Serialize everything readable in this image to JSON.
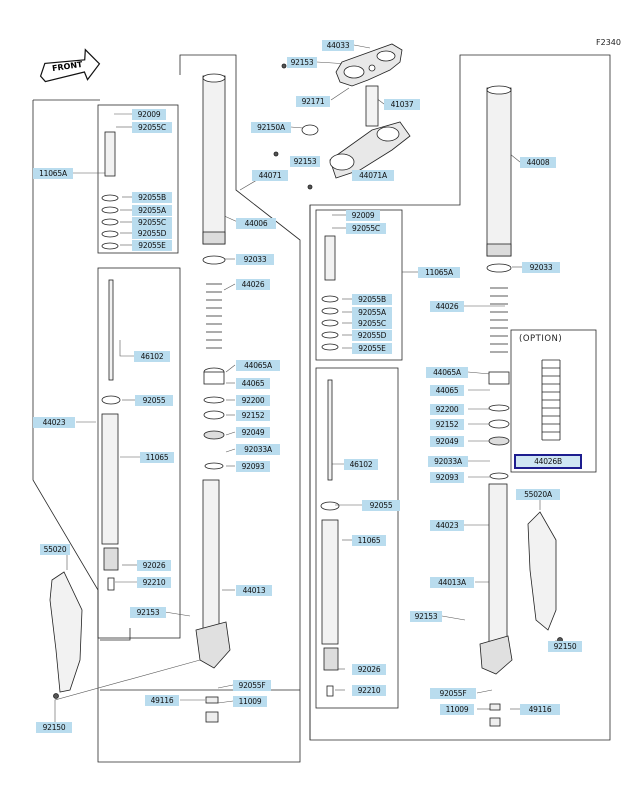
{
  "figure_code": "F2340",
  "front_label": "FRONT",
  "option_label": "(OPTION)",
  "highlight_color": "#1d1d8f",
  "label_color": "#b9dcee",
  "parts": [
    {
      "id": "p44033",
      "code": "44033"
    },
    {
      "id": "p92153a",
      "code": "92153"
    },
    {
      "id": "p92171",
      "code": "92171"
    },
    {
      "id": "p41037",
      "code": "41037"
    },
    {
      "id": "p92150a",
      "code": "92150A"
    },
    {
      "id": "p92153b",
      "code": "92153"
    },
    {
      "id": "p44071a",
      "code": "44071A"
    },
    {
      "id": "p44071",
      "code": "44071"
    },
    {
      "id": "p44006",
      "code": "44006"
    },
    {
      "id": "p92033l",
      "code": "92033"
    },
    {
      "id": "p92009l",
      "code": "92009"
    },
    {
      "id": "p92055cl",
      "code": "92055C"
    },
    {
      "id": "p11065al",
      "code": "11065A"
    },
    {
      "id": "p92055bl",
      "code": "92055B"
    },
    {
      "id": "p92055al",
      "code": "92055A"
    },
    {
      "id": "p92055c2l",
      "code": "92055C"
    },
    {
      "id": "p92055dl",
      "code": "92055D"
    },
    {
      "id": "p92055el",
      "code": "92055E"
    },
    {
      "id": "p44026l",
      "code": "44026"
    },
    {
      "id": "p46102l",
      "code": "46102"
    },
    {
      "id": "p44065al",
      "code": "44065A"
    },
    {
      "id": "p44065l",
      "code": "44065"
    },
    {
      "id": "p92200l",
      "code": "92200"
    },
    {
      "id": "p92152l",
      "code": "92152"
    },
    {
      "id": "p92049l",
      "code": "92049"
    },
    {
      "id": "p92033al",
      "code": "92033A"
    },
    {
      "id": "p92093l",
      "code": "92093"
    },
    {
      "id": "p92055l",
      "code": "92055"
    },
    {
      "id": "p44023l",
      "code": "44023"
    },
    {
      "id": "p11065l",
      "code": "11065"
    },
    {
      "id": "p92026l",
      "code": "92026"
    },
    {
      "id": "p92210l",
      "code": "92210"
    },
    {
      "id": "p55020l",
      "code": "55020"
    },
    {
      "id": "p92153l",
      "code": "92153"
    },
    {
      "id": "p44013l",
      "code": "44013"
    },
    {
      "id": "p49116l",
      "code": "49116"
    },
    {
      "id": "p92055fl",
      "code": "92055F"
    },
    {
      "id": "p11009l",
      "code": "11009"
    },
    {
      "id": "p92150l",
      "code": "92150"
    },
    {
      "id": "p44008",
      "code": "44008"
    },
    {
      "id": "p92033r",
      "code": "92033"
    },
    {
      "id": "p92009r",
      "code": "92009"
    },
    {
      "id": "p92055cr",
      "code": "92055C"
    },
    {
      "id": "p11065ar",
      "code": "11065A"
    },
    {
      "id": "p44026r",
      "code": "44026"
    },
    {
      "id": "p92055br",
      "code": "92055B"
    },
    {
      "id": "p92055ar",
      "code": "92055A"
    },
    {
      "id": "p92055c2r",
      "code": "92055C"
    },
    {
      "id": "p92055dr",
      "code": "92055D"
    },
    {
      "id": "p92055er",
      "code": "92055E"
    },
    {
      "id": "p44026b",
      "code": "44026B"
    },
    {
      "id": "p44065ar",
      "code": "44065A"
    },
    {
      "id": "p44065r",
      "code": "44065"
    },
    {
      "id": "p92200r",
      "code": "92200"
    },
    {
      "id": "p92152r",
      "code": "92152"
    },
    {
      "id": "p92049r",
      "code": "92049"
    },
    {
      "id": "p46102r",
      "code": "46102"
    },
    {
      "id": "p92033ar",
      "code": "92033A"
    },
    {
      "id": "p92093r",
      "code": "92093"
    },
    {
      "id": "p92055r",
      "code": "92055"
    },
    {
      "id": "p55020a",
      "code": "55020A"
    },
    {
      "id": "p44023r",
      "code": "44023"
    },
    {
      "id": "p11065r",
      "code": "11065"
    },
    {
      "id": "p44013a",
      "code": "44013A"
    },
    {
      "id": "p92153r",
      "code": "92153"
    },
    {
      "id": "p92150r",
      "code": "92150"
    },
    {
      "id": "p92026r",
      "code": "92026"
    },
    {
      "id": "p92210r",
      "code": "92210"
    },
    {
      "id": "p92055fr",
      "code": "92055F"
    },
    {
      "id": "p11009r",
      "code": "11009"
    },
    {
      "id": "p49116r",
      "code": "49116"
    }
  ]
}
